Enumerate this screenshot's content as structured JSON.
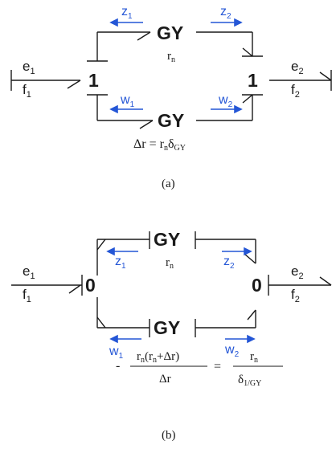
{
  "panel_a": {
    "node_left": "1",
    "node_right": "1",
    "gy_top": "GY",
    "gy_bottom": "GY",
    "rn": "r",
    "rn_sub": "n",
    "e1": "e",
    "e1_sub": "1",
    "f1": "f",
    "f1_sub": "1",
    "e2": "e",
    "e2_sub": "2",
    "f2": "f",
    "f2_sub": "2",
    "z1": "z",
    "z1_sub": "1",
    "z2": "z",
    "z2_sub": "2",
    "w1": "w",
    "w1_sub": "1",
    "w2": "w",
    "w2_sub": "2",
    "eq_delta_r": "Δr",
    "eq_equals": "=",
    "eq_r": "r",
    "eq_r_sub": "n",
    "eq_delta": "δ",
    "eq_delta_sub": "GY",
    "caption": "(a)"
  },
  "panel_b": {
    "node_left": "0",
    "node_right": "0",
    "gy_top": "GY",
    "gy_bottom": "GY",
    "rn": "r",
    "rn_sub": "n",
    "e1": "e",
    "e1_sub": "1",
    "f1": "f",
    "f1_sub": "1",
    "e2": "e",
    "e2_sub": "2",
    "f2": "f",
    "f2_sub": "2",
    "z1": "z",
    "z1_sub": "1",
    "z2": "z",
    "z2_sub": "2",
    "w1": "w",
    "w1_sub": "1",
    "w2": "w",
    "w2_sub": "2",
    "eq_minus": "-",
    "eq_num_r": "r",
    "eq_num_r_sub": "n",
    "eq_num_open": "(r",
    "eq_num_r2_sub": "n",
    "eq_num_rest": "+Δr)",
    "eq_den_left": "Δr",
    "eq_equals": "=",
    "eq_num_right": "r",
    "eq_num_right_sub": "n",
    "eq_den_right": "δ",
    "eq_den_right_sub": "1/GY",
    "caption": "(b)"
  },
  "colors": {
    "line": "#1a1a1a",
    "arrow": "#2456d6",
    "flow_label": "#2456d6"
  }
}
